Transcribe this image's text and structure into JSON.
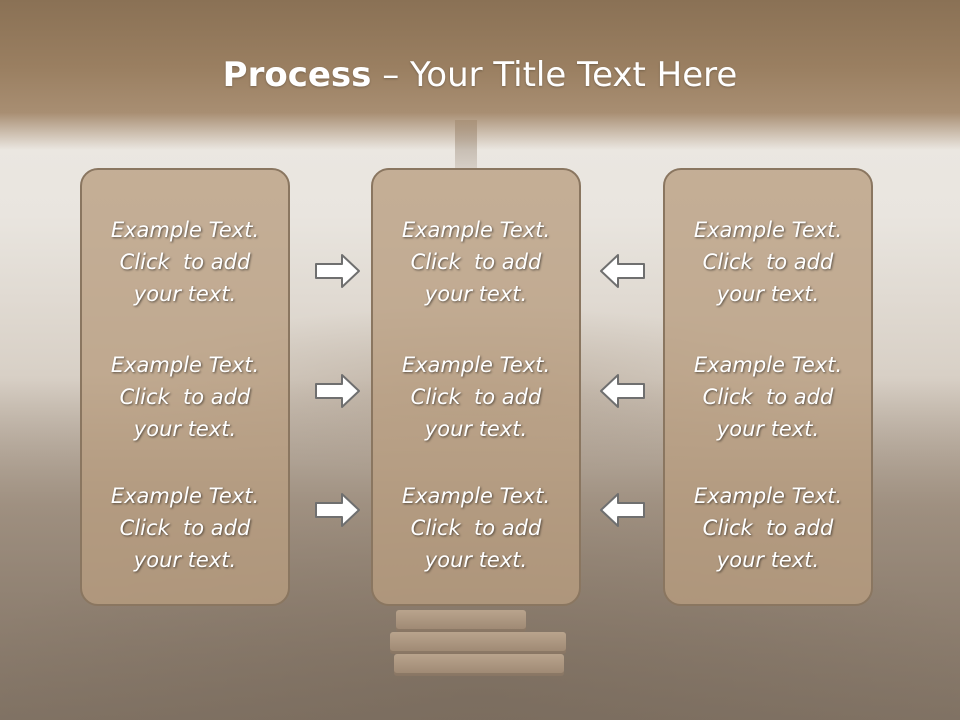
{
  "slide": {
    "title_bold": "Process",
    "title_dash": " – ",
    "title_rest": "Your Title Text Here"
  },
  "columns": [
    {
      "items": [
        {
          "line1": "Example Text.",
          "line2": "Click  to add",
          "line3": "your text."
        },
        {
          "line1": "Example Text.",
          "line2": "Click  to add",
          "line3": "your text."
        },
        {
          "line1": "Example Text.",
          "line2": "Click  to add",
          "line3": "your text."
        }
      ]
    },
    {
      "items": [
        {
          "line1": "Example Text.",
          "line2": "Click  to add",
          "line3": "your text."
        },
        {
          "line1": "Example Text.",
          "line2": "Click  to add",
          "line3": "your text."
        },
        {
          "line1": "Example Text.",
          "line2": "Click  to add",
          "line3": "your text."
        }
      ]
    },
    {
      "items": [
        {
          "line1": "Example Text.",
          "line2": "Click  to add",
          "line3": "your text."
        },
        {
          "line1": "Example Text.",
          "line2": "Click  to add",
          "line3": "your text."
        },
        {
          "line1": "Example Text.",
          "line2": "Click  to add",
          "line3": "your text."
        }
      ]
    }
  ],
  "arrows": {
    "left_side": [
      "arrow-right-icon",
      "arrow-right-icon",
      "arrow-right-icon"
    ],
    "right_side": [
      "arrow-left-icon",
      "arrow-left-icon",
      "arrow-left-icon"
    ]
  },
  "colors": {
    "header": "#9a7f61",
    "panel_fill": "#b89e80",
    "panel_border": "#8a7660",
    "arrow_stroke": "#6f6f6f",
    "text": "#ffffff"
  }
}
